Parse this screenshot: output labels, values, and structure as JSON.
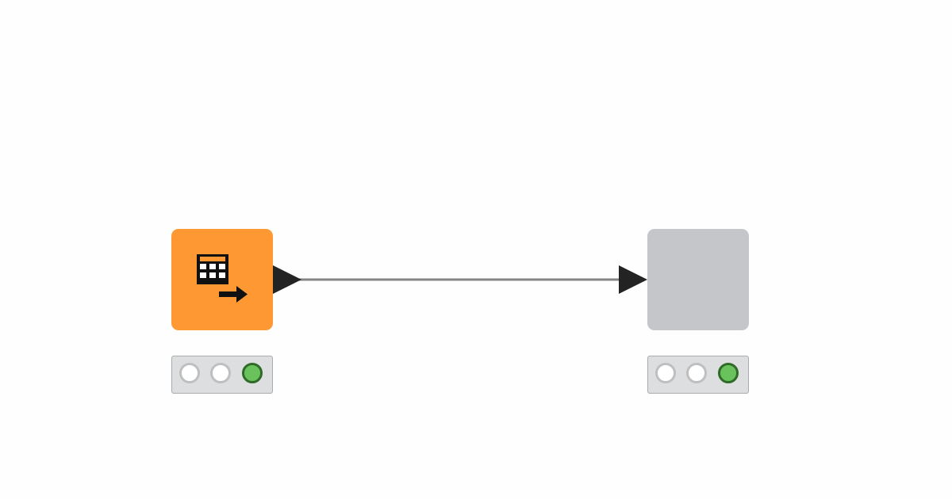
{
  "workflow": {
    "nodes": [
      {
        "role": "source",
        "color": "#fe9833",
        "icon": "table-output-icon",
        "status_lights": [
          "off",
          "off",
          "green"
        ]
      },
      {
        "role": "target",
        "color": "#c4c6c9",
        "icon": "",
        "status_lights": [
          "off",
          "off",
          "green"
        ]
      }
    ],
    "connection": {
      "from": "source",
      "to": "target",
      "color": "#858585",
      "port_color": "#232323"
    },
    "status_colors": {
      "off_fill": "#ffffff",
      "off_ring": "#bdbfc1",
      "green_fill": "#69c25c",
      "green_ring": "#2f6a28",
      "panel": "#dcdedf"
    }
  }
}
